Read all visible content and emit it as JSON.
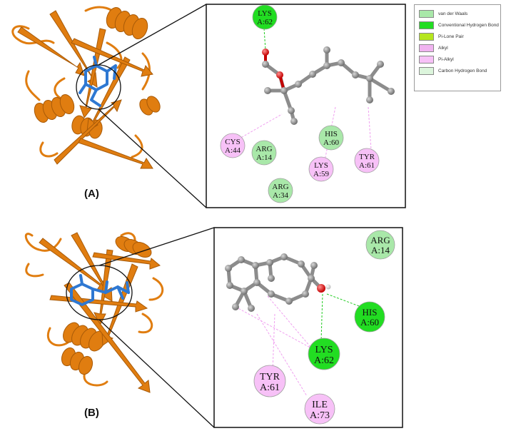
{
  "legend": {
    "items": [
      {
        "label": "van der Waals",
        "color": "#a9e8a9"
      },
      {
        "label": "Conventional Hydrogen Bond",
        "color": "#22dd22"
      },
      {
        "label": "Pi-Lone Pair",
        "color": "#b5e61d"
      },
      {
        "label": "Alkyl",
        "color": "#f0b3f0"
      },
      {
        "label": "Pi-Alkyl",
        "color": "#f7c1f7"
      },
      {
        "label": "Carbon Hydrogen Bond",
        "color": "#dcf5dc"
      }
    ]
  },
  "panel_a": {
    "label": "(A)",
    "residues": [
      {
        "name": "LYS",
        "id": "A:62",
        "type": "Conventional Hydrogen Bond"
      },
      {
        "name": "CYS",
        "id": "A:44",
        "type": "Alkyl"
      },
      {
        "name": "ARG",
        "id": "A:14",
        "type": "van der Waals"
      },
      {
        "name": "HIS",
        "id": "A:60",
        "type": "van der Waals"
      },
      {
        "name": "LYS",
        "id": "A:59",
        "type": "Alkyl"
      },
      {
        "name": "TYR",
        "id": "A:61",
        "type": "Alkyl"
      },
      {
        "name": "ARG",
        "id": "A:34",
        "type": "van der Waals"
      }
    ]
  },
  "panel_b": {
    "label": "(B)",
    "residues": [
      {
        "name": "ARG",
        "id": "A:14",
        "type": "van der Waals"
      },
      {
        "name": "HIS",
        "id": "A:60",
        "type": "Conventional Hydrogen Bond"
      },
      {
        "name": "LYS",
        "id": "A:62",
        "type": "Conventional Hydrogen Bond"
      },
      {
        "name": "TYR",
        "id": "A:61",
        "type": "Alkyl"
      },
      {
        "name": "ILE",
        "id": "A:73",
        "type": "Alkyl"
      }
    ]
  },
  "colors": {
    "protein": "#e07d10",
    "protein_dark": "#a85a08",
    "ligand": "#2e78d2",
    "carbon": "#8c8c8c",
    "oxygen": "#e82020",
    "hbond_line": "#22cc22",
    "alkyl_line": "#f0a0f0"
  }
}
